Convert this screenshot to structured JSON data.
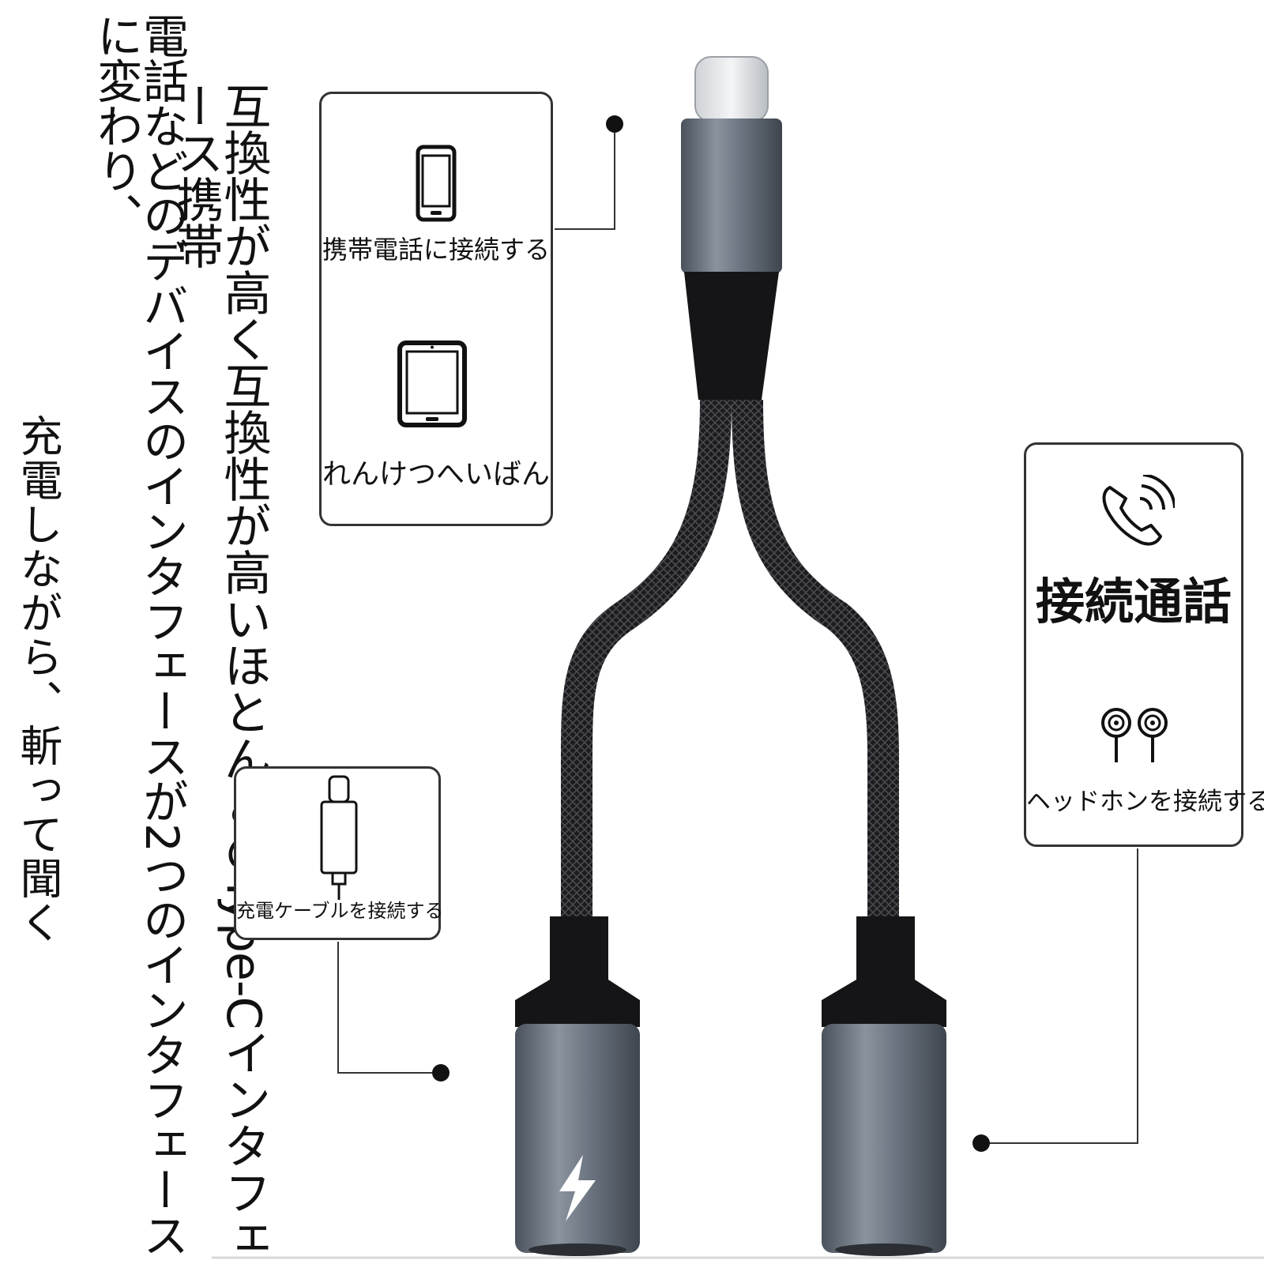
{
  "vertical_text": {
    "col1": "互換性が高く互換性が高いほとんどのType-Cインタフェース携帯",
    "col2": "電話などのデバイスのインタフェースが2つのインタフェースに変わり、",
    "col3": "充電しながら、斬って聞く"
  },
  "callouts": {
    "phone_label": "携帯電話に接続する",
    "tablet_label": "れんけつへいばん",
    "call_title": "接続通話",
    "headphone_label": "ヘッドホンを接続する",
    "charge_label": "充電ケーブルを接続する"
  },
  "icons": [
    "smartphone-icon",
    "tablet-icon",
    "phone-call-icon",
    "headphone-jack-icon",
    "usb-c-cable-icon",
    "lightning-bolt-icon"
  ],
  "colors": {
    "connector_metal": "#6b7480",
    "cable_braid": "#1c1c1e",
    "callout_border": "#333333"
  }
}
